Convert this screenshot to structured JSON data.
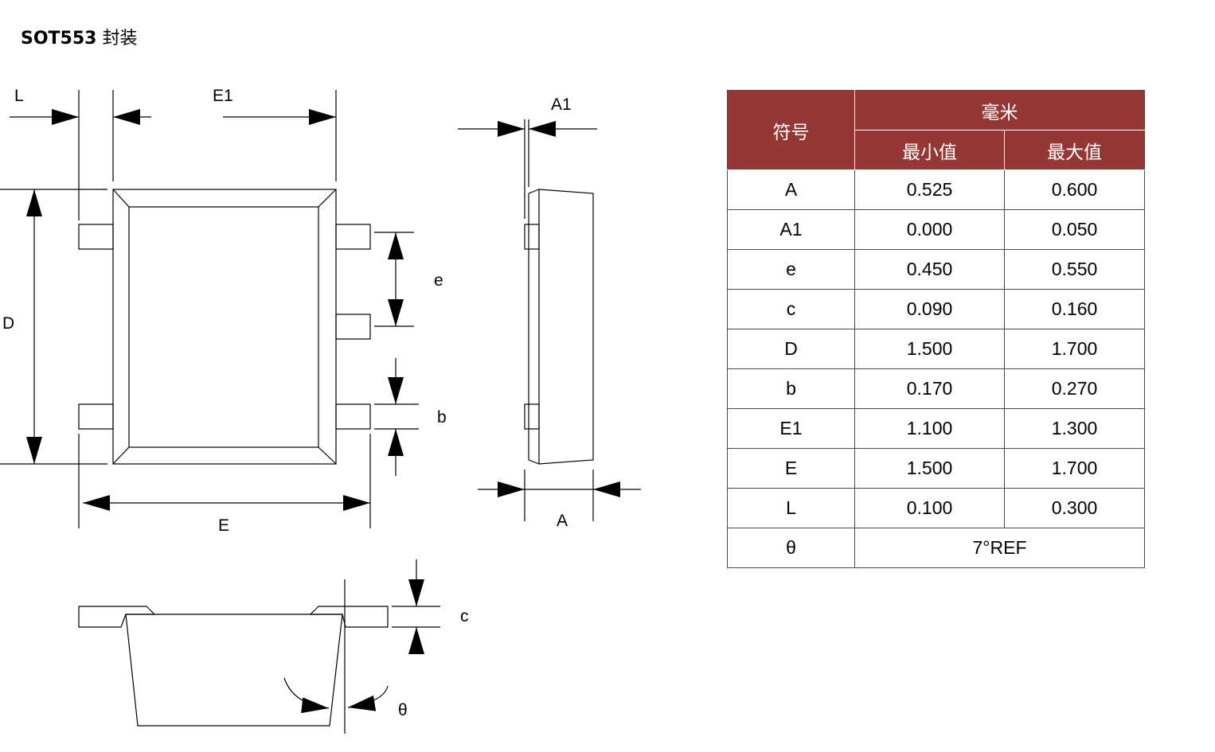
{
  "title": {
    "package_name": "SOT553",
    "package_suffix": "封装"
  },
  "drawing_labels": {
    "L": "L",
    "E1": "E1",
    "A1": "A1",
    "D": "D",
    "e": "e",
    "b": "b",
    "E": "E",
    "A": "A",
    "c": "c",
    "theta": "θ"
  },
  "table": {
    "header_symbol": "符号",
    "header_unit": "毫米",
    "header_min": "最小值",
    "header_max": "最大值",
    "rows": [
      {
        "symbol": "A",
        "min": "0.525",
        "max": "0.600"
      },
      {
        "symbol": "A1",
        "min": "0.000",
        "max": "0.050"
      },
      {
        "symbol": "e",
        "min": "0.450",
        "max": "0.550"
      },
      {
        "symbol": "c",
        "min": "0.090",
        "max": "0.160"
      },
      {
        "symbol": "D",
        "min": "1.500",
        "max": "1.700"
      },
      {
        "symbol": "b",
        "min": "0.170",
        "max": "0.270"
      },
      {
        "symbol": "E1",
        "min": "1.100",
        "max": "1.300"
      },
      {
        "symbol": "E",
        "min": "1.500",
        "max": "1.700"
      },
      {
        "symbol": "L",
        "min": "0.100",
        "max": "0.300"
      }
    ],
    "theta_row": {
      "symbol": "θ",
      "value": "7°REF"
    }
  },
  "colors": {
    "header_bg": "#953735",
    "header_text": "#ffffff",
    "line": "#000000"
  }
}
